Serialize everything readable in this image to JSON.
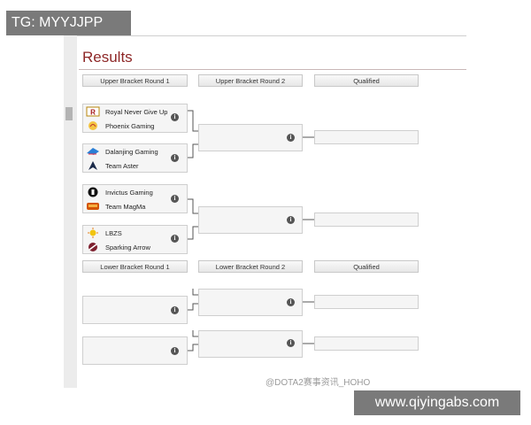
{
  "overlay_tag": "TG: MYYJJPP",
  "title": "Results",
  "upper_headers": [
    "Upper Bracket Round 1",
    "Upper Bracket Round 2",
    "Qualified"
  ],
  "lower_headers": [
    "Lower Bracket Round 1",
    "Lower Bracket Round 2",
    "Qualified"
  ],
  "upper_round1": [
    {
      "team1": "Royal Never Give Up",
      "team1_logo": "rng-logo",
      "team2": "Phoenix Gaming",
      "team2_logo": "phoenix-logo"
    },
    {
      "team1": "Dalanjing Gaming",
      "team1_logo": "dalanjing-logo",
      "team2": "Team Aster",
      "team2_logo": "aster-logo"
    },
    {
      "team1": "Invictus Gaming",
      "team1_logo": "ig-logo",
      "team2": "Team MagMa",
      "team2_logo": "magma-logo"
    },
    {
      "team1": "LBZS",
      "team1_logo": "lbzs-logo",
      "team2": "Sparking Arrow",
      "team2_logo": "sparking-arrow-logo"
    }
  ],
  "info_icon_glyph": "i",
  "watermark": "@DOTA2赛事资讯_HOHO",
  "footer_url": "www.qiyingabs.com"
}
